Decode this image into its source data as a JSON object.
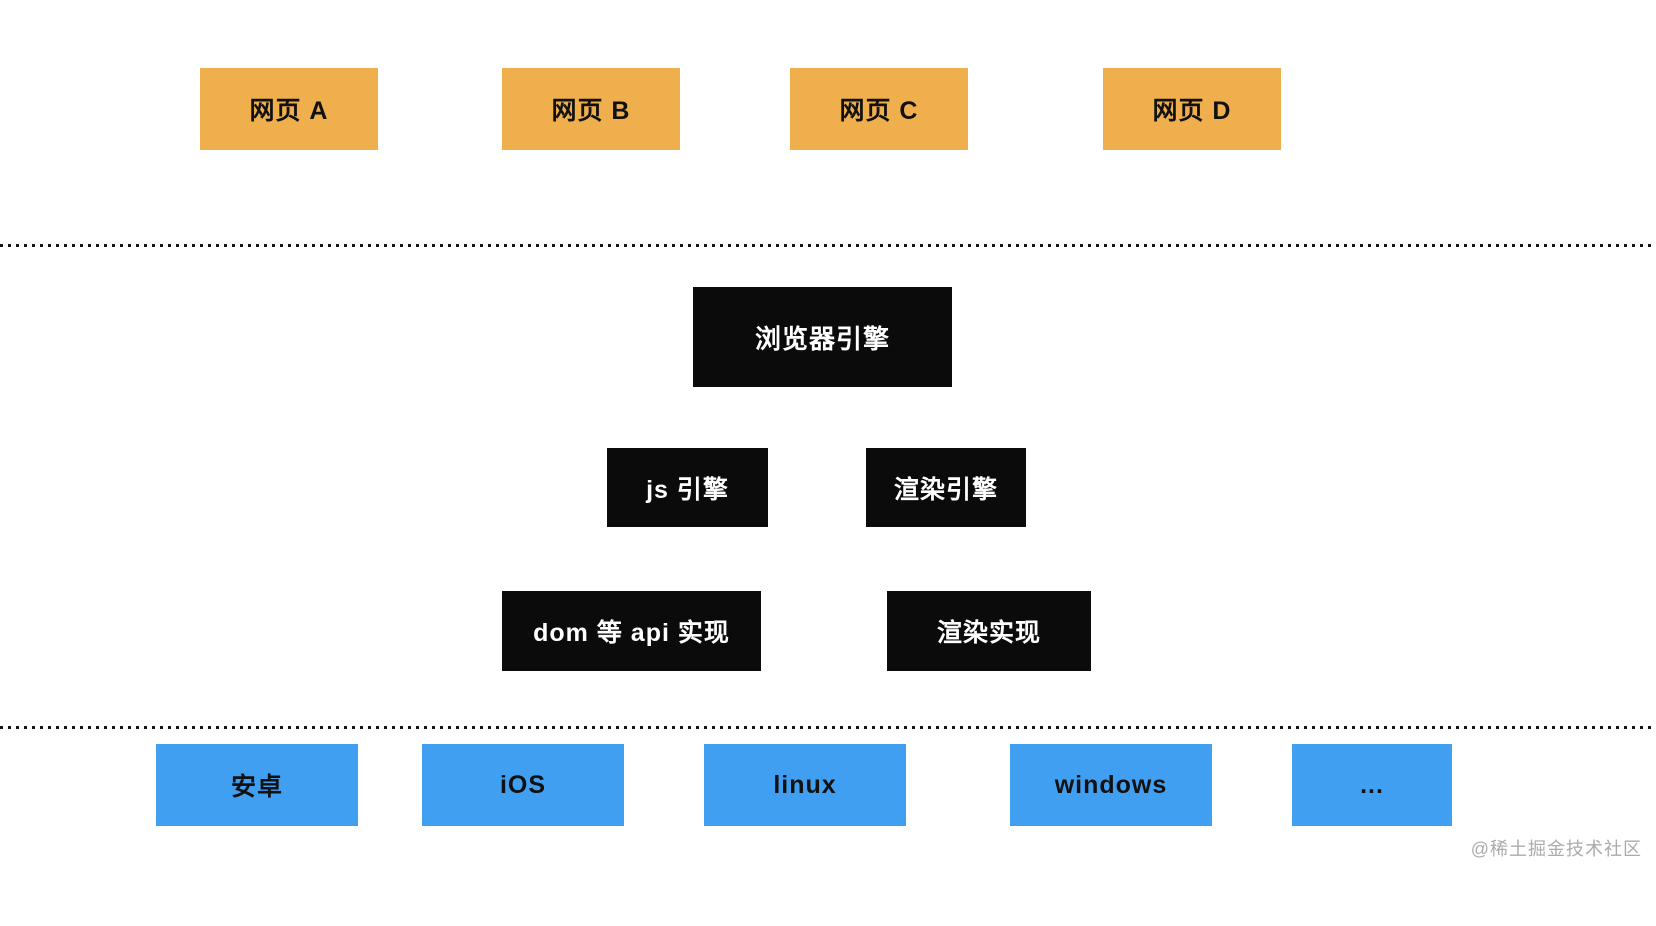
{
  "diagram": {
    "web_pages": [
      "网页 A",
      "网页 B",
      "网页 C",
      "网页 D"
    ],
    "browser_engine": "浏览器引擎",
    "engines": [
      "js 引擎",
      "渲染引擎"
    ],
    "implementations": [
      "dom 等 api 实现",
      "渲染实现"
    ],
    "platforms": [
      "安卓",
      "iOS",
      "linux",
      "windows",
      "..."
    ]
  },
  "watermark": "@稀土掘金技术社区",
  "colors": {
    "background": "#FFFFFF",
    "web_page_box": "#EFAF4D",
    "engine_box": "#0B0B0B",
    "platform_box": "#419FF2",
    "engine_text": "#FFFFFF",
    "box_text": "#111111",
    "divider_dot": "#151515",
    "watermark_text": "#ABABAB"
  }
}
